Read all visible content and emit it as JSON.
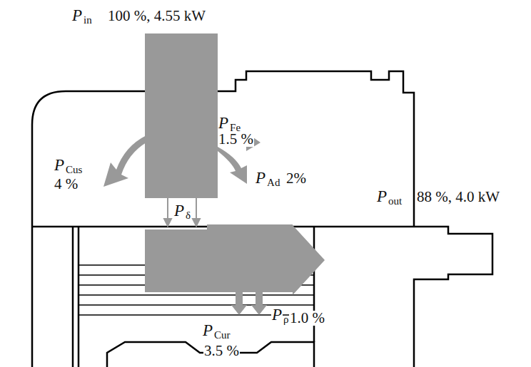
{
  "diagram": {
    "labels": [
      "P",
      "in",
      "100 %, 4.55 kW",
      "P",
      "Cus",
      "4 %",
      "P",
      "Fe",
      "1.5 %",
      "P",
      "Ad",
      "2%",
      "P",
      "δ",
      "P",
      "out",
      "88 %, 4.0 kW",
      "P",
      "Cur",
      "3.5 %",
      "P",
      "ρ",
      "1.0 %"
    ]
  }
}
